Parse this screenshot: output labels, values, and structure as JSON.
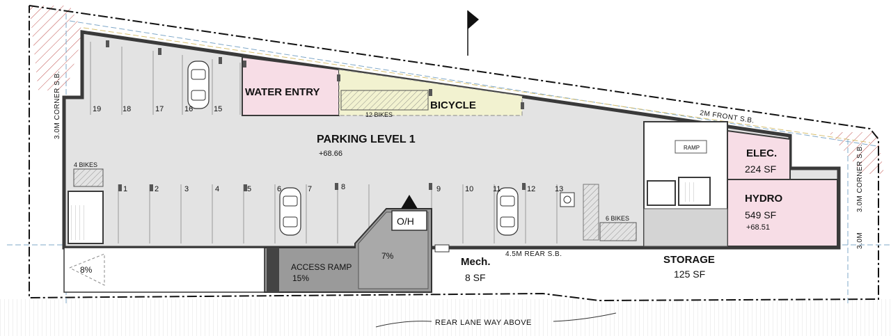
{
  "labels": {
    "parking_level": "PARKING LEVEL 1",
    "parking_elev": "+68.66",
    "water_entry": "WATER ENTRY",
    "bicycle": "BICYCLE",
    "bikes_12": "12 BIKES",
    "bikes_4": "4 BIKES",
    "bikes_6": "6 BIKES",
    "front_sb": "2M FRONT S.B.",
    "corner_sb_left": "3.0M CORNER S.B.",
    "corner_sb_right": "3.0M CORNER S.B.",
    "rear_sb": "4.5M REAR  S.B.",
    "elec": "ELEC.",
    "elec_area": "224 SF",
    "hydro": "HYDRO",
    "hydro_area": "549 SF",
    "hydro_elev": "+68.51",
    "storage": "STORAGE",
    "storage_area": "125 SF",
    "mech": "Mech.",
    "mech_area": "8 SF",
    "oh": "O/H",
    "ramp_pct": "7%",
    "access_ramp": "ACCESS RAMP",
    "access_ramp_pct": "15%",
    "entry_pct": "8%",
    "ramp_small": "RAMP",
    "corner_right": "3.0M",
    "rear_lane": "REAR LANE WAY ABOVE"
  },
  "stalls_bottom": [
    "1",
    "2",
    "3",
    "4",
    "5",
    "6",
    "7",
    "8",
    "9",
    "10",
    "11",
    "12",
    "13"
  ],
  "stalls_top": [
    "19",
    "18",
    "17",
    "16",
    "15"
  ],
  "colors": {
    "wall": "#3a3a3a",
    "floor": "#e3e3e3",
    "pink": "#f7dde6",
    "yellow": "#f2f2d0",
    "ramp": "#9a9a9a",
    "hatch": "#c0504d"
  }
}
